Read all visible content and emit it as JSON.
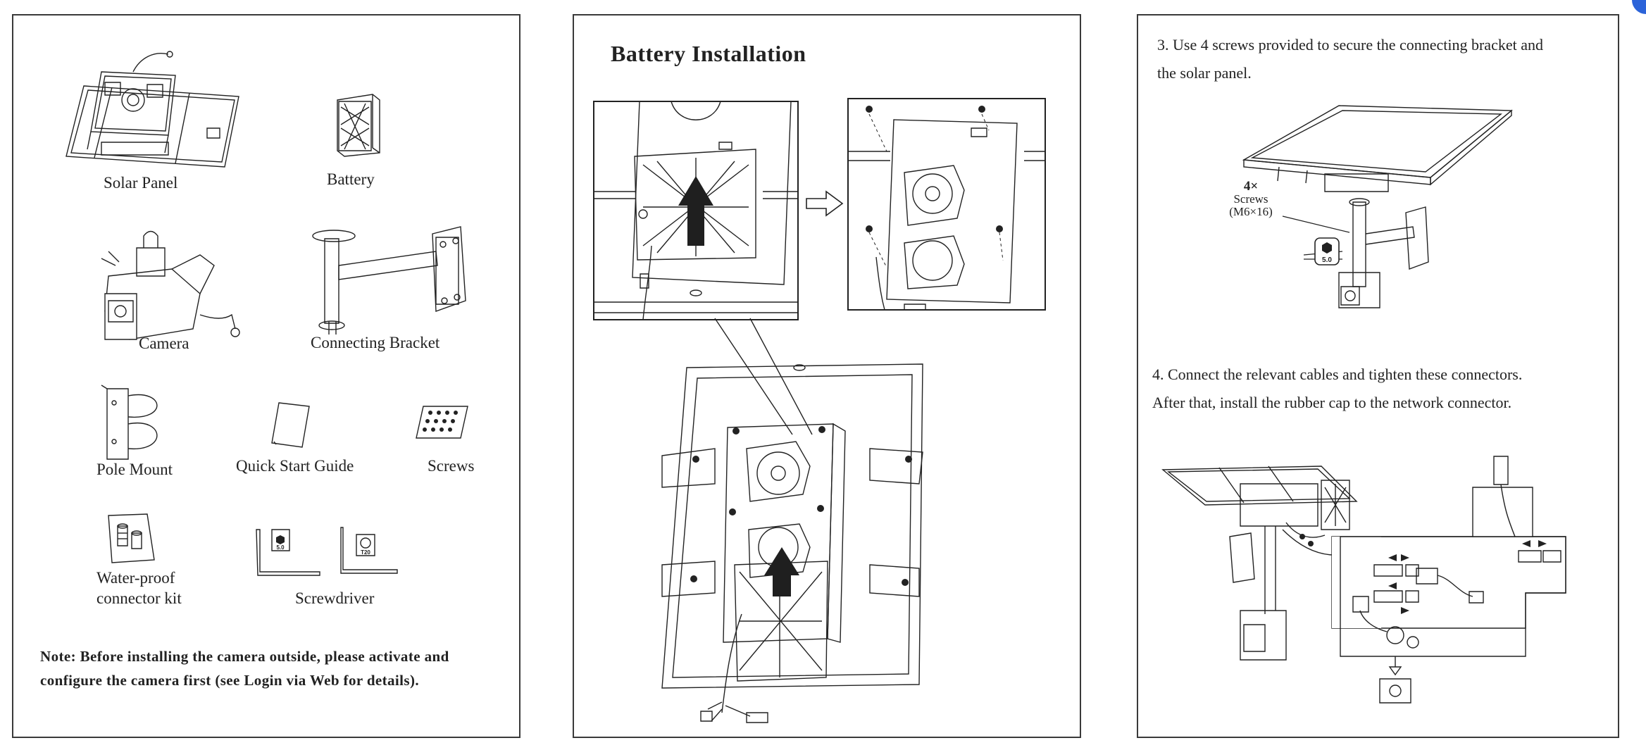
{
  "page1": {
    "items": [
      {
        "key": "solar_panel",
        "label": "Solar  Panel"
      },
      {
        "key": "battery",
        "label": "Battery"
      },
      {
        "key": "camera",
        "label": "Camera"
      },
      {
        "key": "connecting_bracket",
        "label": "Connecting Bracket"
      },
      {
        "key": "pole_mount",
        "label": "Pole  Mount"
      },
      {
        "key": "quick_start_guide",
        "label": "Quick Start Guide"
      },
      {
        "key": "screws",
        "label": "Screws"
      },
      {
        "key": "waterproof_line1",
        "label": "Water-proof"
      },
      {
        "key": "waterproof_line2",
        "label": "connector kit"
      },
      {
        "key": "screwdriver",
        "label": "Screwdriver"
      }
    ],
    "tool_badges": [
      "5.0",
      "T20"
    ],
    "note_line1": "Note: Before installing the camera outside, please activate and",
    "note_line2": "configure the camera first (see Login via Web for details)."
  },
  "page2": {
    "heading": "Battery Installation"
  },
  "page3": {
    "step3_line1": "3. Use 4 screws provided to secure the connecting bracket and",
    "step3_line2": "the solar panel.",
    "screw_count": "4×",
    "screw_label": "Screws",
    "screw_spec": "(M6×16)",
    "hex_badge": "5.0",
    "step4_line1": "4. Connect the relevant cables and tighten these connectors.",
    "step4_line2": "After that, install the rubber cap to the network connector."
  },
  "colors": {
    "line": "#222222",
    "border": "#3a3a3a",
    "arrow": "#1f1f1f",
    "accent": "#2b63d9"
  }
}
